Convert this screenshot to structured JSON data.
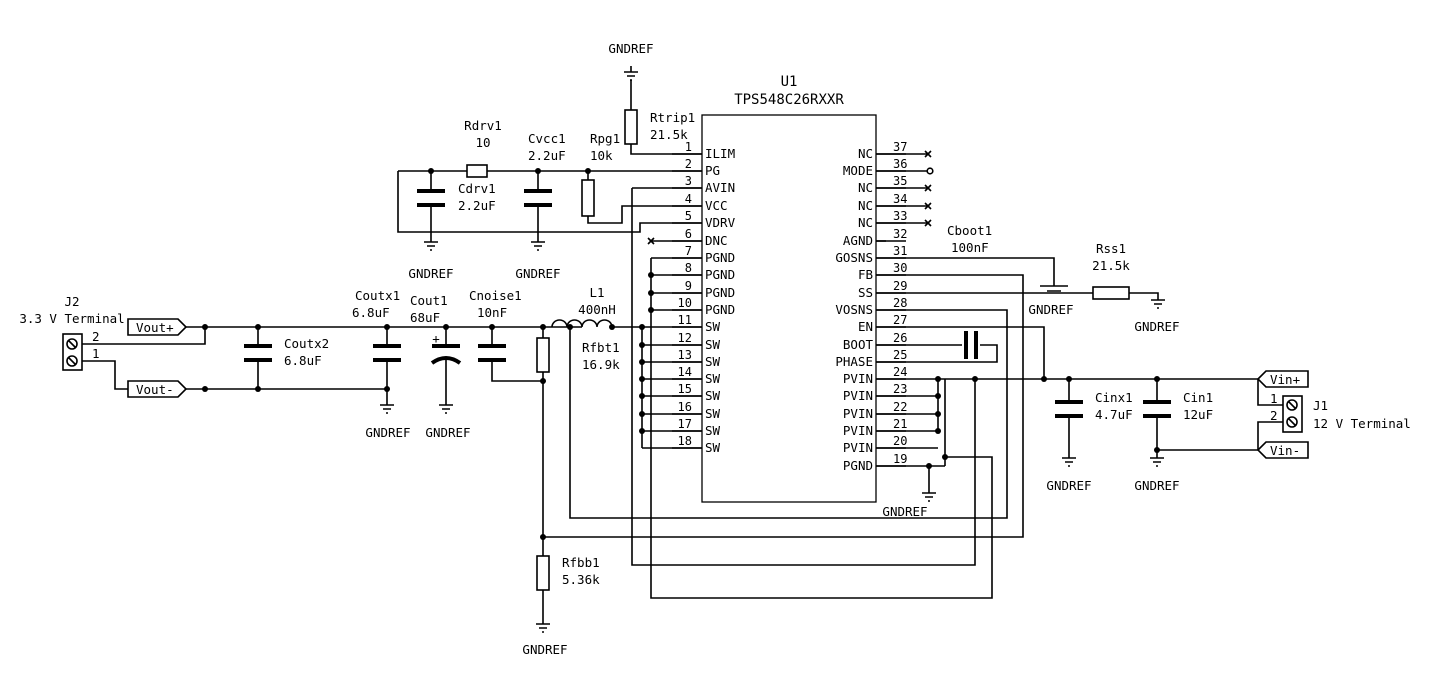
{
  "u1": {
    "ref": "U1",
    "value": "TPS548C26RXXR",
    "left_pins": [
      {
        "num": "1",
        "name": "ILIM"
      },
      {
        "num": "2",
        "name": "PG"
      },
      {
        "num": "3",
        "name": "AVIN"
      },
      {
        "num": "4",
        "name": "VCC"
      },
      {
        "num": "5",
        "name": "VDRV"
      },
      {
        "num": "6",
        "name": "DNC"
      },
      {
        "num": "7",
        "name": "PGND"
      },
      {
        "num": "8",
        "name": "PGND"
      },
      {
        "num": "9",
        "name": "PGND"
      },
      {
        "num": "10",
        "name": "PGND"
      },
      {
        "num": "11",
        "name": "SW"
      },
      {
        "num": "12",
        "name": "SW"
      },
      {
        "num": "13",
        "name": "SW"
      },
      {
        "num": "14",
        "name": "SW"
      },
      {
        "num": "15",
        "name": "SW"
      },
      {
        "num": "16",
        "name": "SW"
      },
      {
        "num": "17",
        "name": "SW"
      },
      {
        "num": "18",
        "name": "SW"
      }
    ],
    "right_pins": [
      {
        "num": "37",
        "name": "NC"
      },
      {
        "num": "36",
        "name": "MODE"
      },
      {
        "num": "35",
        "name": "NC"
      },
      {
        "num": "34",
        "name": "NC"
      },
      {
        "num": "33",
        "name": "NC"
      },
      {
        "num": "32",
        "name": "AGND"
      },
      {
        "num": "31",
        "name": "GOSNS"
      },
      {
        "num": "30",
        "name": "FB"
      },
      {
        "num": "29",
        "name": "SS"
      },
      {
        "num": "28",
        "name": "VOSNS"
      },
      {
        "num": "27",
        "name": "EN"
      },
      {
        "num": "26",
        "name": "BOOT"
      },
      {
        "num": "25",
        "name": "PHASE"
      },
      {
        "num": "24",
        "name": "PVIN"
      },
      {
        "num": "23",
        "name": "PVIN"
      },
      {
        "num": "22",
        "name": "PVIN"
      },
      {
        "num": "21",
        "name": "PVIN"
      },
      {
        "num": "20",
        "name": "PVIN"
      },
      {
        "num": "19",
        "name": "PGND"
      }
    ]
  },
  "components": {
    "rtrip1": {
      "ref": "Rtrip1",
      "value": "21.5k"
    },
    "rpg1": {
      "ref": "Rpg1",
      "value": "10k"
    },
    "rdrv1": {
      "ref": "Rdrv1",
      "value": "10"
    },
    "cvcc1": {
      "ref": "Cvcc1",
      "value": "2.2uF"
    },
    "cdrv1": {
      "ref": "Cdrv1",
      "value": "2.2uF"
    },
    "cboot1": {
      "ref": "Cboot1",
      "value": "100nF"
    },
    "rss1": {
      "ref": "Rss1",
      "value": "21.5k"
    },
    "l1": {
      "ref": "L1",
      "value": "400nH"
    },
    "rfbt1": {
      "ref": "Rfbt1",
      "value": "16.9k"
    },
    "rfbb1": {
      "ref": "Rfbb1",
      "value": "5.36k"
    },
    "cnoise1": {
      "ref": "Cnoise1",
      "value": "10nF"
    },
    "cout1": {
      "ref": "Cout1",
      "value": "68uF"
    },
    "coutx1": {
      "ref": "Coutx1",
      "value": "6.8uF"
    },
    "coutx2": {
      "ref": "Coutx2",
      "value": "6.8uF"
    },
    "cinx1": {
      "ref": "Cinx1",
      "value": "4.7uF"
    },
    "cin1": {
      "ref": "Cin1",
      "value": "12uF"
    },
    "j1": {
      "ref": "J1",
      "value": "12 V Terminal",
      "pin1": "1",
      "pin2": "2"
    },
    "j2": {
      "ref": "J2",
      "value": "3.3 V Terminal",
      "pin1": "1",
      "pin2": "2"
    }
  },
  "ports": {
    "vout_plus": "Vout+",
    "vout_minus": "Vout-",
    "vin_plus": "Vin+",
    "vin_minus": "Vin-"
  },
  "ground_label": "GNDREF",
  "plus_mark": "+"
}
